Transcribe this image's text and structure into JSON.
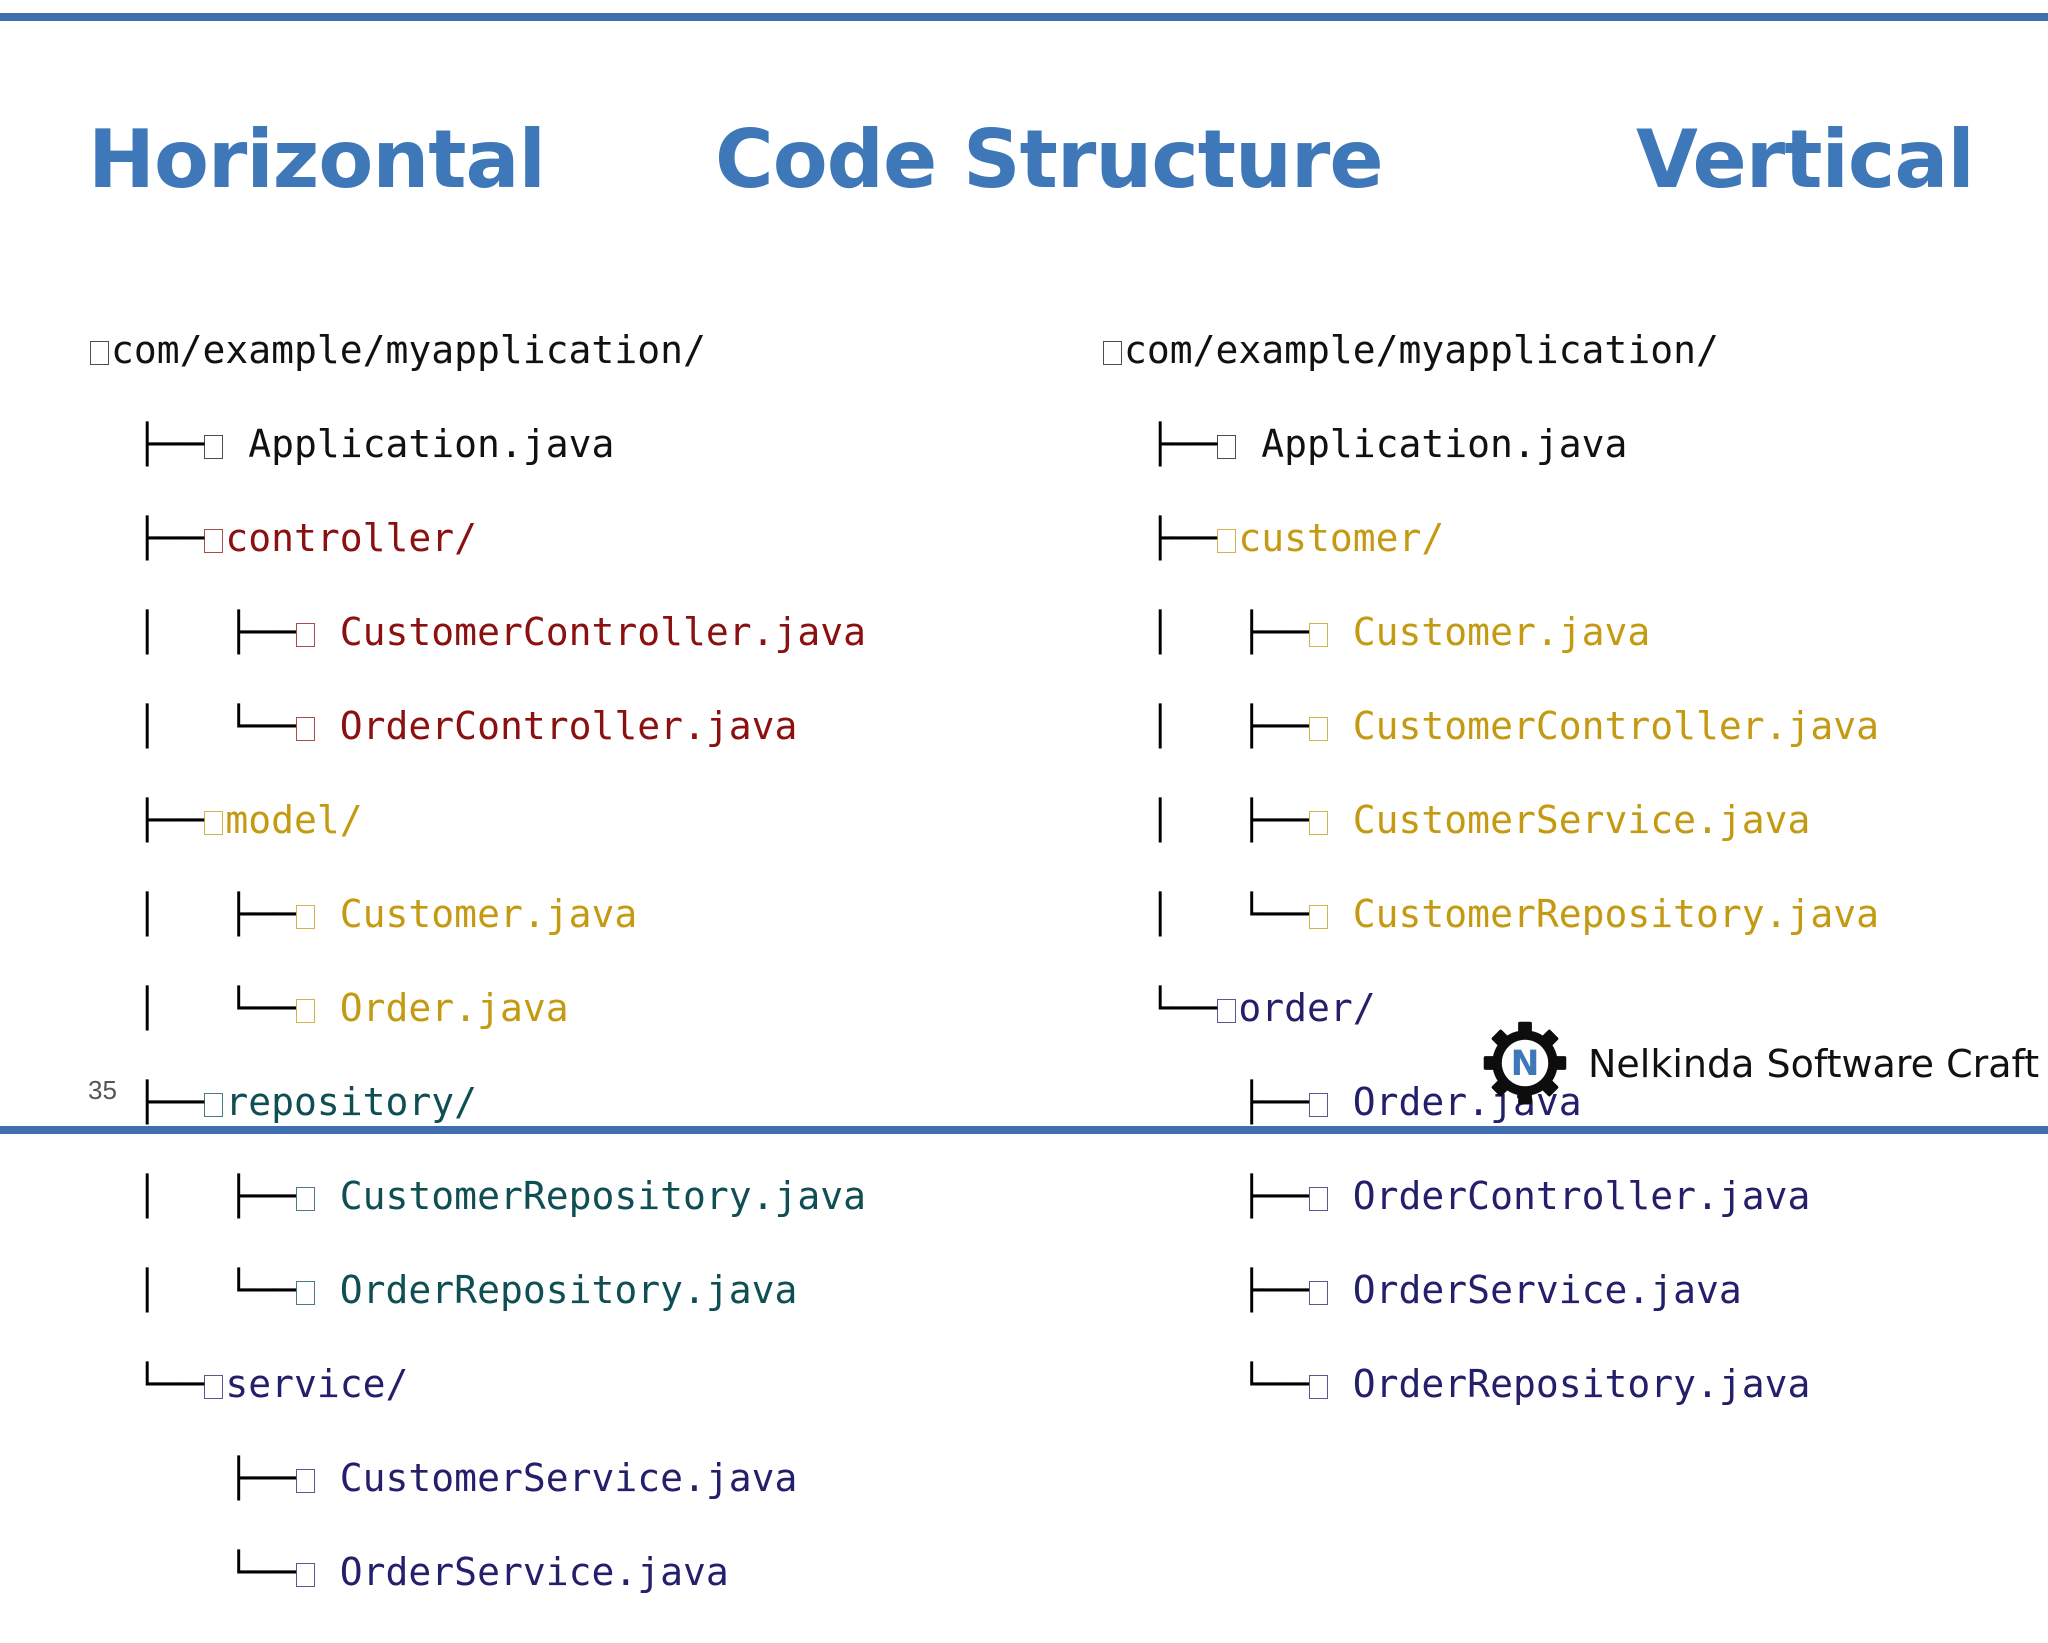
{
  "slide": {
    "heading_left": "Horizontal",
    "heading_center": "Code Structure",
    "heading_right": "Vertical",
    "page_number": "35",
    "brand": "Nelkinda Software Craft",
    "logo_letter": "N",
    "colors": {
      "heading": "#3f78b8",
      "bar": "#3f6fae",
      "red": "#8b1010",
      "gold": "#c49a12",
      "teal": "#0f4f53",
      "navy": "#241f6b"
    }
  },
  "horizontal": {
    "root": "com/example/myapplication/",
    "application": "Application.java",
    "controller": "controller/",
    "customer_controller": "CustomerController.java",
    "order_controller": "OrderController.java",
    "model": "model/",
    "customer": "Customer.java",
    "order": "Order.java",
    "repository": "repository/",
    "customer_repository": "CustomerRepository.java",
    "order_repository": "OrderRepository.java",
    "service": "service/",
    "customer_service": "CustomerService.java",
    "order_service": "OrderService.java"
  },
  "vertical": {
    "root": "com/example/myapplication/",
    "application": "Application.java",
    "customer_pkg": "customer/",
    "customer": "Customer.java",
    "customer_controller": "CustomerController.java",
    "customer_service": "CustomerService.java",
    "customer_repository": "CustomerRepository.java",
    "order_pkg": "order/",
    "order": "Order.java",
    "order_controller": "OrderController.java",
    "order_service": "OrderService.java",
    "order_repository": "OrderRepository.java"
  }
}
